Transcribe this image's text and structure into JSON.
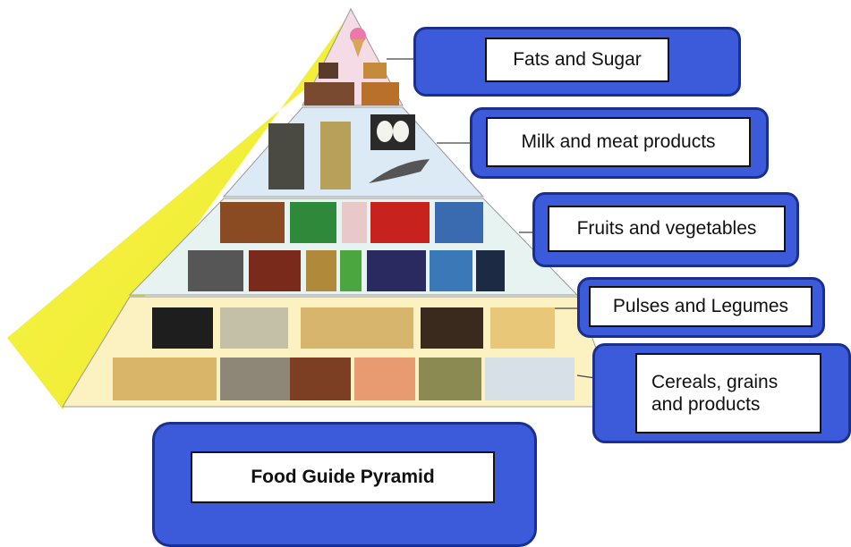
{
  "colors": {
    "callout_fill": "#3b5bdb",
    "callout_border": "#1b2f8f",
    "pyramid_top": "#f7d8e4",
    "pyramid_milk": "#dcecf7",
    "pyramid_fruit": "#e4f2f2",
    "pyramid_base": "#fbf2c4",
    "yellow_beam": "#f2ee27"
  },
  "title": "Food Guide Pyramid",
  "tiers": [
    {
      "label": "Fats and Sugar",
      "icons": [
        "ice-cream-cone-icon",
        "candy-jar-icon",
        "sweets-icon"
      ]
    },
    {
      "label": "Milk and meat products",
      "icons": [
        "milk-bottle-icon",
        "cheese-icon",
        "egg-icon",
        "fish-icon"
      ]
    },
    {
      "label": "Fruits and vegetables",
      "icons": [
        "apple-icon",
        "grapes-icon",
        "leafy-greens-icon",
        "banana-icon",
        "carrot-icon"
      ]
    },
    {
      "label": "Pulses and Legumes",
      "icons": [
        "black-beans-icon",
        "chickpeas-icon",
        "lentils-icon",
        "kidney-beans-icon"
      ]
    },
    {
      "label": "Cereals, grains and products",
      "icons": [
        "rice-icon",
        "wheat-icon",
        "corn-icon",
        "oats-icon",
        "flour-icon"
      ]
    }
  ]
}
